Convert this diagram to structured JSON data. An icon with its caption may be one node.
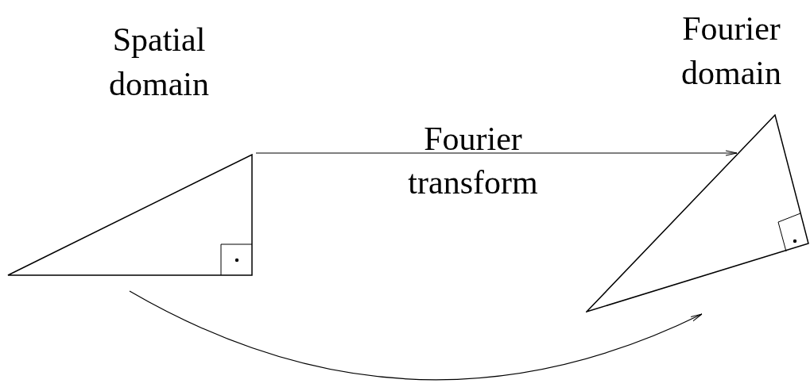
{
  "diagram": {
    "nodes": [
      {
        "text": [
          "Spatial domain"
        ]
      },
      {
        "text": [
          "Fourier domain"
        ]
      }
    ],
    "edges": [
      {
        "from": 0,
        "to": 1,
        "arrow": "to",
        "label": "Fourier transform"
      },
      {
        "from": 0,
        "to": 1,
        "arrow": "to"
      }
    ]
  }
}
